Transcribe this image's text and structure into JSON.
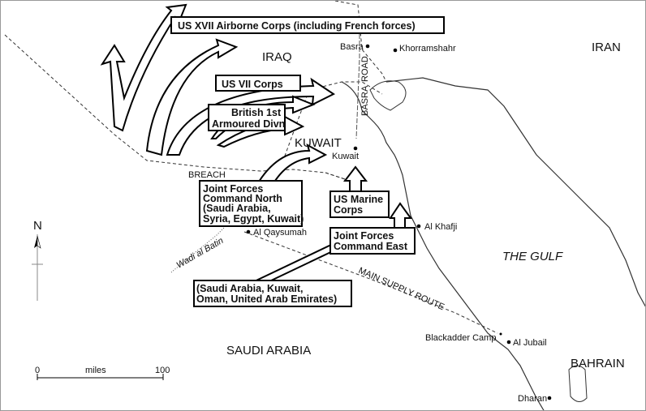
{
  "countries": {
    "iraq": "IRAQ",
    "iran": "IRAN",
    "kuwait": "KUWAIT",
    "saudi": "SAUDI ARABIA",
    "bahrain": "BAHRAIN",
    "gulf": "THE GULF"
  },
  "cities": {
    "basra": "Basra",
    "khorramshahr": "Khorramshahr",
    "kuwait": "Kuwait",
    "khafji": "Al Khafji",
    "qaysumah": "Al Qaysumah",
    "blackadder": "Blackadder Camp",
    "jubail": "Al Jubail",
    "dharan": "Dharan"
  },
  "features": {
    "basra_road_1": "BASRA",
    "basra_road_2": "ROAD",
    "breach": "BREACH",
    "wadi": "Wadi al Batin",
    "msr": "MAIN SUPPLY ROUTE"
  },
  "forces": {
    "xvii": "US XVII Airborne Corps (including French forces)",
    "vii": "US VII Corps",
    "british": [
      "British 1st",
      "Armoured Divn"
    ],
    "jfcn": [
      "Joint Forces",
      "Command North",
      "(Saudi Arabia,",
      "Syria, Egypt, Kuwait)"
    ],
    "marine": [
      "US Marine",
      "Corps"
    ],
    "jfce": [
      "Joint Forces",
      "Command East"
    ],
    "jfce_members": [
      "(Saudi Arabia, Kuwait,",
      "Oman, United Arab Emirates)"
    ]
  },
  "compass": {
    "north": "N"
  },
  "scale": {
    "start": "0",
    "unit": "miles",
    "end": "100"
  }
}
